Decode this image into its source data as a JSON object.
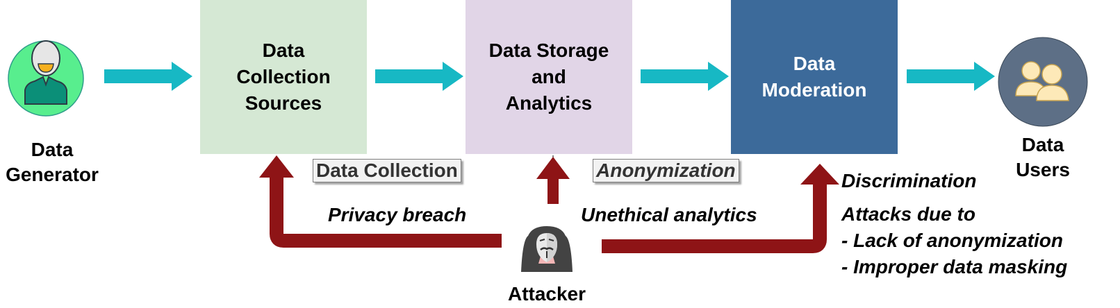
{
  "diagram": {
    "colors": {
      "flow_arrow": "#17b8c4",
      "attack_arrow": "#8e1416",
      "box_collection": "#d5e8d4",
      "box_storage": "#e1d5e7",
      "box_moderation": "#3c6a9a",
      "generator_circle": "#58ee8e",
      "users_circle": "#5d6f86"
    },
    "nodes": {
      "generator": {
        "label": "Data\nGenerator",
        "icon": "person-icon"
      },
      "collection": {
        "label": "Data\nCollection\nSources"
      },
      "storage": {
        "label": "Data Storage\nand\nAnalytics"
      },
      "moderation": {
        "label": "Data\nModeration"
      },
      "users": {
        "label": "Data\nUsers",
        "icon": "users-icon"
      },
      "attacker": {
        "label": "Attacker",
        "icon": "hacker-icon"
      }
    },
    "tags": {
      "collection": "Data Collection",
      "anonymization": "Anonymization"
    },
    "threats": {
      "privacy": "Privacy breach",
      "analytics": "Unethical analytics",
      "discrimination": "Discrimination",
      "attacks_title": "Attacks due to",
      "attacks_items": [
        "- Lack of anonymization",
        "- Improper data masking"
      ]
    }
  }
}
